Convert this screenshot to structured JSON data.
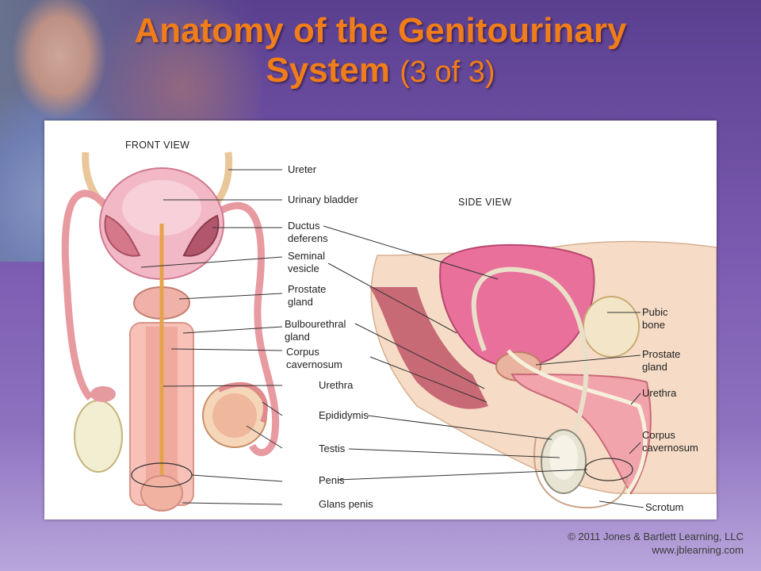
{
  "slide": {
    "title_line1": "Anatomy of the Genitourinary",
    "title_line2": "System",
    "title_suffix": "(3 of 3)"
  },
  "figure": {
    "front_view_title": "FRONT VIEW",
    "side_view_title": "SIDE VIEW",
    "front_labels": {
      "ureter": "Ureter",
      "urinary_bladder": "Urinary bladder",
      "ductus_deferens_1": "Ductus",
      "ductus_deferens_2": "deferens",
      "seminal_vesicle_1": "Seminal",
      "seminal_vesicle_2": "vesicle",
      "prostate_gland_1": "Prostate",
      "prostate_gland_2": "gland",
      "bulbourethral_gland_1": "Bulbourethral",
      "bulbourethral_gland_2": "gland",
      "corpus_cavernosum_1": "Corpus",
      "corpus_cavernosum_2": "cavernosum",
      "urethra": "Urethra",
      "epididymis": "Epididymis",
      "testis": "Testis",
      "penis": "Penis",
      "glans_penis": "Glans penis"
    },
    "side_labels": {
      "pubic_bone_1": "Pubic",
      "pubic_bone_2": "bone",
      "prostate_gland_1": "Prostate",
      "prostate_gland_2": "gland",
      "urethra": "Urethra",
      "corpus_cavernosum_1": "Corpus",
      "corpus_cavernosum_2": "cavernosum",
      "scrotum": "Scrotum"
    }
  },
  "footer": {
    "copyright": "© 2011 Jones & Bartlett Learning, LLC",
    "url": "www.jblearning.com"
  }
}
